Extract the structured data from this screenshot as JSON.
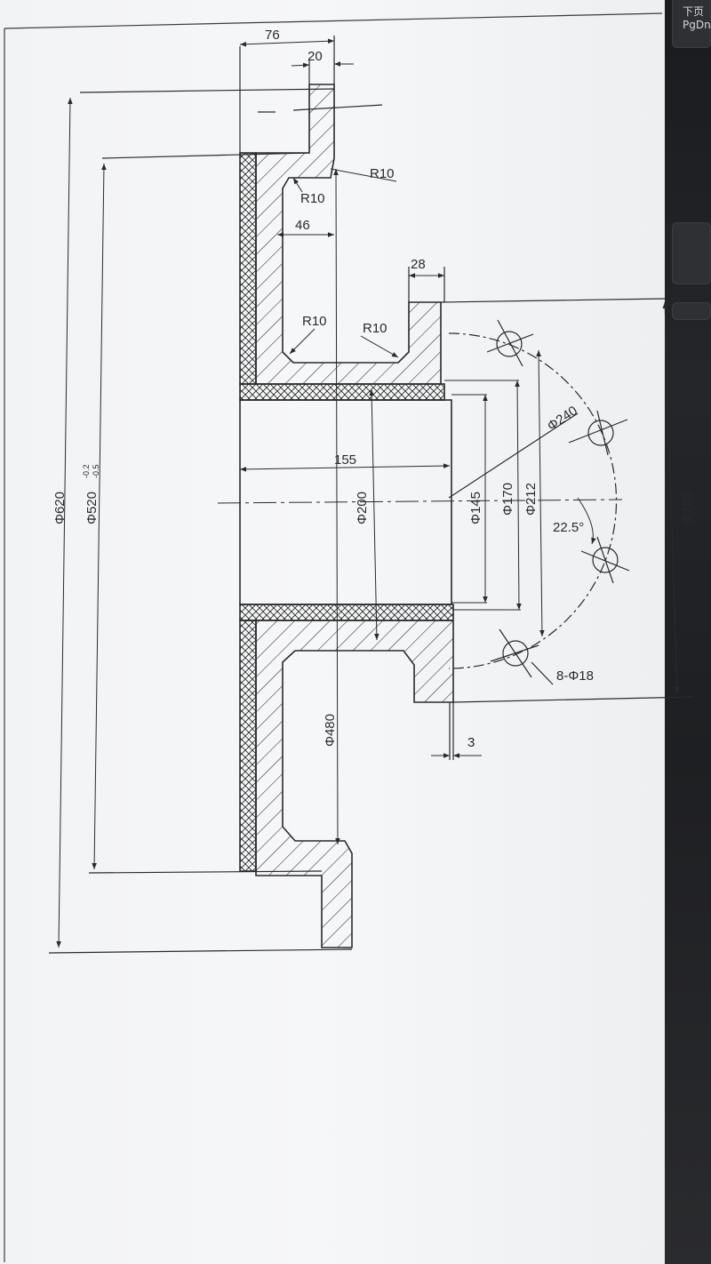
{
  "keyboard": {
    "key_label": "下页\nPgDn"
  },
  "drawing": {
    "ink_color": "#2a2a2a",
    "dims": {
      "d76": "76",
      "d20": "20",
      "r10_top_right": "R10",
      "r10_top_left": "R10",
      "d46": "46",
      "d28": "28",
      "r10_mid_left": "R10",
      "r10_mid_right": "R10",
      "d155": "155",
      "phi620": "Φ620",
      "phi520": "Φ520",
      "tol_upper": "-0.2",
      "tol_lower": "-0.5",
      "phi200": "Φ200",
      "phi145": "Φ145",
      "phi170": "Φ170",
      "phi212": "Φ212",
      "phi240": "Φ240",
      "ang225": "22.5°",
      "phi285": "Φ285",
      "holes": "8-Φ18",
      "phi480": "Φ480",
      "d3": "3"
    }
  }
}
